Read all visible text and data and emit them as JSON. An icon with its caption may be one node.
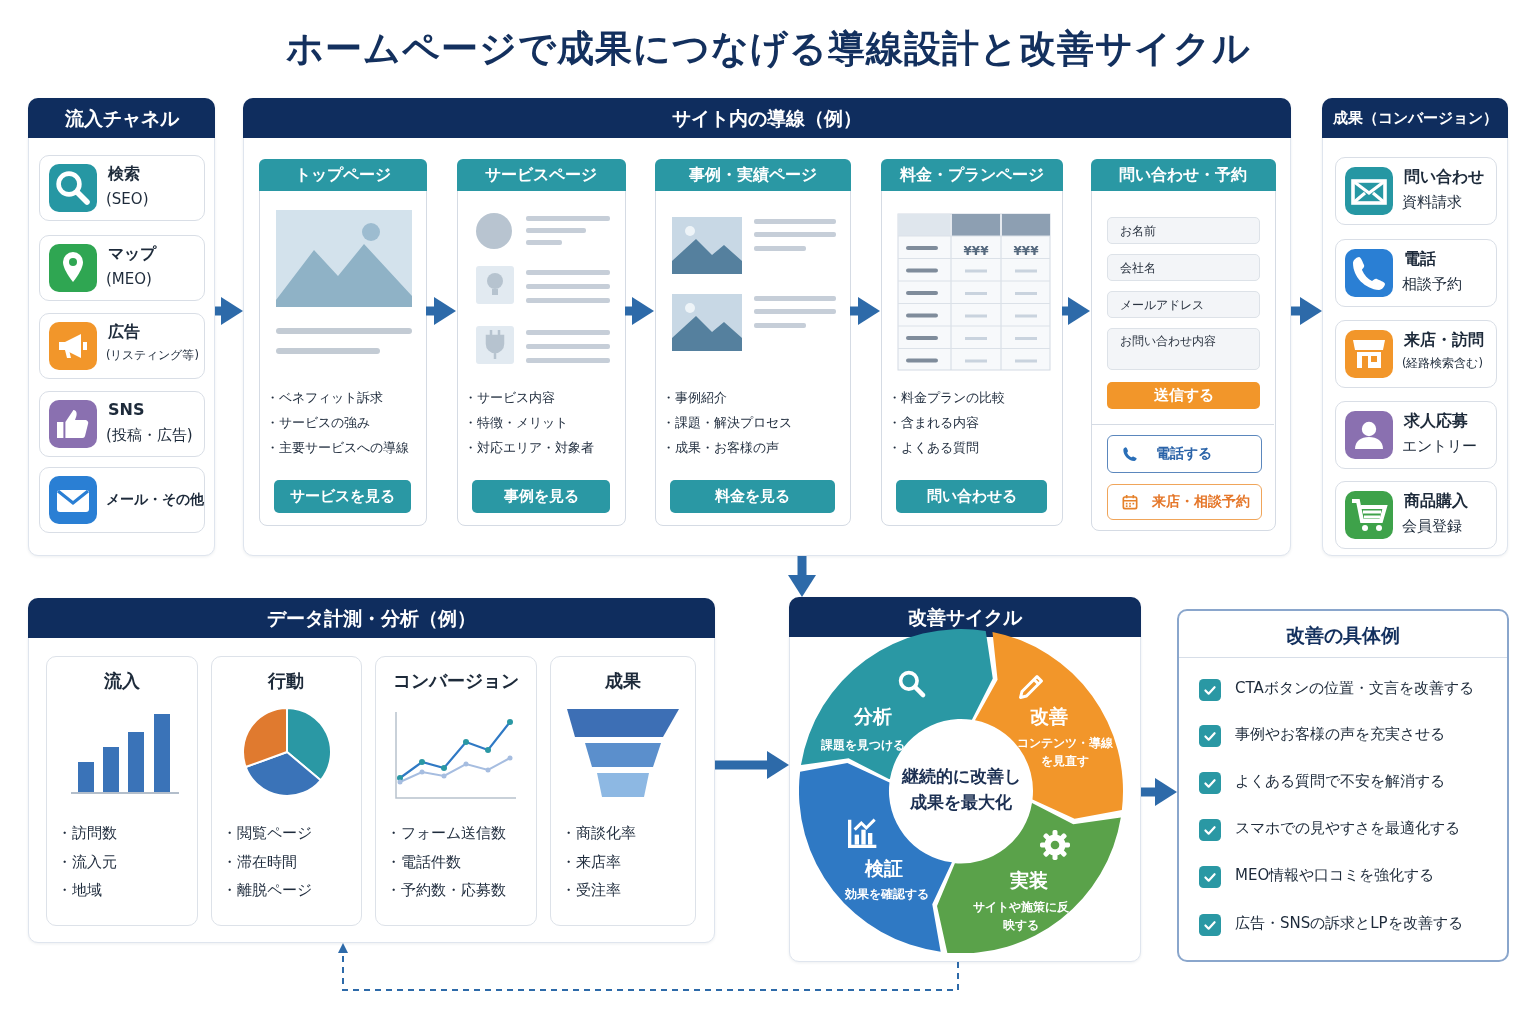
{
  "diagram": {
    "title": "ホームページで成果につなげる導線設計と改善サイクル",
    "nodes": [
      {
        "text": [
          "流入チャネル"
        ]
      },
      {
        "text": [
          "検索",
          "(SEO)"
        ],
        "in": 0
      },
      {
        "text": [
          "マップ",
          "(MEO)"
        ],
        "in": 0
      },
      {
        "text": [
          "広告",
          "(リスティング等)"
        ],
        "in": 0
      },
      {
        "text": [
          "SNS",
          "(投稿・広告)"
        ],
        "in": 0
      },
      {
        "text": [
          "メール・その他"
        ],
        "in": 0
      },
      {
        "text": [
          "サイト内の導線（例）"
        ]
      },
      {
        "text": [
          "トップページ",
          "・ベネフィット訴求",
          "・サービスの強み",
          "・主要サービスへの導線",
          "サービスを見る"
        ],
        "in": 6
      },
      {
        "text": [
          "サービスページ",
          "・サービス内容",
          "・特徴・メリット",
          "・対応エリア・対象者",
          "事例を見る"
        ],
        "in": 6
      },
      {
        "text": [
          "事例・実績ページ",
          "・事例紹介",
          "・課題・解決プロセス",
          "・成果・お客様の声",
          "料金を見る"
        ],
        "in": 6
      },
      {
        "text": [
          "料金・プランページ",
          "¥¥¥",
          "¥¥¥",
          "・料金プランの比較",
          "・含まれる内容",
          "・よくある質問",
          "問い合わせる"
        ],
        "in": 6
      },
      {
        "text": [
          "問い合わせ・予約",
          "お名前",
          "会社名",
          "メールアドレス",
          "お問い合わせ内容",
          "送信する",
          "電話する",
          "来店・相談予約"
        ],
        "in": 6
      },
      {
        "text": [
          "成果（コンバージョン）"
        ]
      },
      {
        "text": [
          "問い合わせ",
          "資料請求"
        ],
        "in": 12
      },
      {
        "text": [
          "電話",
          "相談予約"
        ],
        "in": 12
      },
      {
        "text": [
          "来店・訪問",
          "(経路検索含む)"
        ],
        "in": 12
      },
      {
        "text": [
          "求人応募",
          "エントリー"
        ],
        "in": 12
      },
      {
        "text": [
          "商品購入",
          "会員登録"
        ],
        "in": 12
      },
      {
        "text": [
          "データ計測・分析（例）"
        ]
      },
      {
        "text": [
          "流入",
          "・訪問数",
          "・流入元",
          "・地域"
        ],
        "in": 18
      },
      {
        "text": [
          "行動",
          "・閲覧ページ",
          "・滞在時間",
          "・離脱ページ"
        ],
        "in": 18
      },
      {
        "text": [
          "コンバージョン",
          "・フォーム送信数",
          "・電話件数",
          "・予約数・応募数"
        ],
        "in": 18
      },
      {
        "text": [
          "成果",
          "・商談化率",
          "・来店率",
          "・受注率"
        ],
        "in": 18
      },
      {
        "text": [
          "改善サイクル"
        ]
      },
      {
        "text": [
          "分析",
          "課題を見つける"
        ],
        "in": 23
      },
      {
        "text": [
          "改善",
          "コンテンツ・導線を見直す"
        ],
        "in": 23
      },
      {
        "text": [
          "実装",
          "サイトや施策に反映する"
        ],
        "in": 23
      },
      {
        "text": [
          "検証",
          "効果を確認する"
        ],
        "in": 23
      },
      {
        "text": [
          "継続的に改善し成果を最大化"
        ],
        "in": 23
      },
      {
        "text": [
          "改善の具体例",
          "CTAボタンの位置・文言を改善する",
          "事例やお客様の声を充実させる",
          "よくある質問で不安を解消する",
          "スマホでの見やすさを最適化する",
          "MEO情報や口コミを強化する",
          "広告・SNSの訴求とLPを改善する"
        ]
      }
    ],
    "edges": [
      {
        "from": 0,
        "to": 6,
        "arrow": "to"
      },
      {
        "from": 7,
        "to": 8,
        "arrow": "to"
      },
      {
        "from": 8,
        "to": 9,
        "arrow": "to"
      },
      {
        "from": 9,
        "to": 10,
        "arrow": "to"
      },
      {
        "from": 10,
        "to": 11,
        "arrow": "to"
      },
      {
        "from": 6,
        "to": 12,
        "arrow": "to"
      },
      {
        "from": 6,
        "to": 23,
        "arrow": "to"
      },
      {
        "from": 18,
        "to": 23,
        "arrow": "to"
      },
      {
        "from": 23,
        "to": 29,
        "arrow": "to"
      },
      {
        "from": 23,
        "to": 18,
        "arrow": "to",
        "style": "dashed"
      }
    ]
  }
}
